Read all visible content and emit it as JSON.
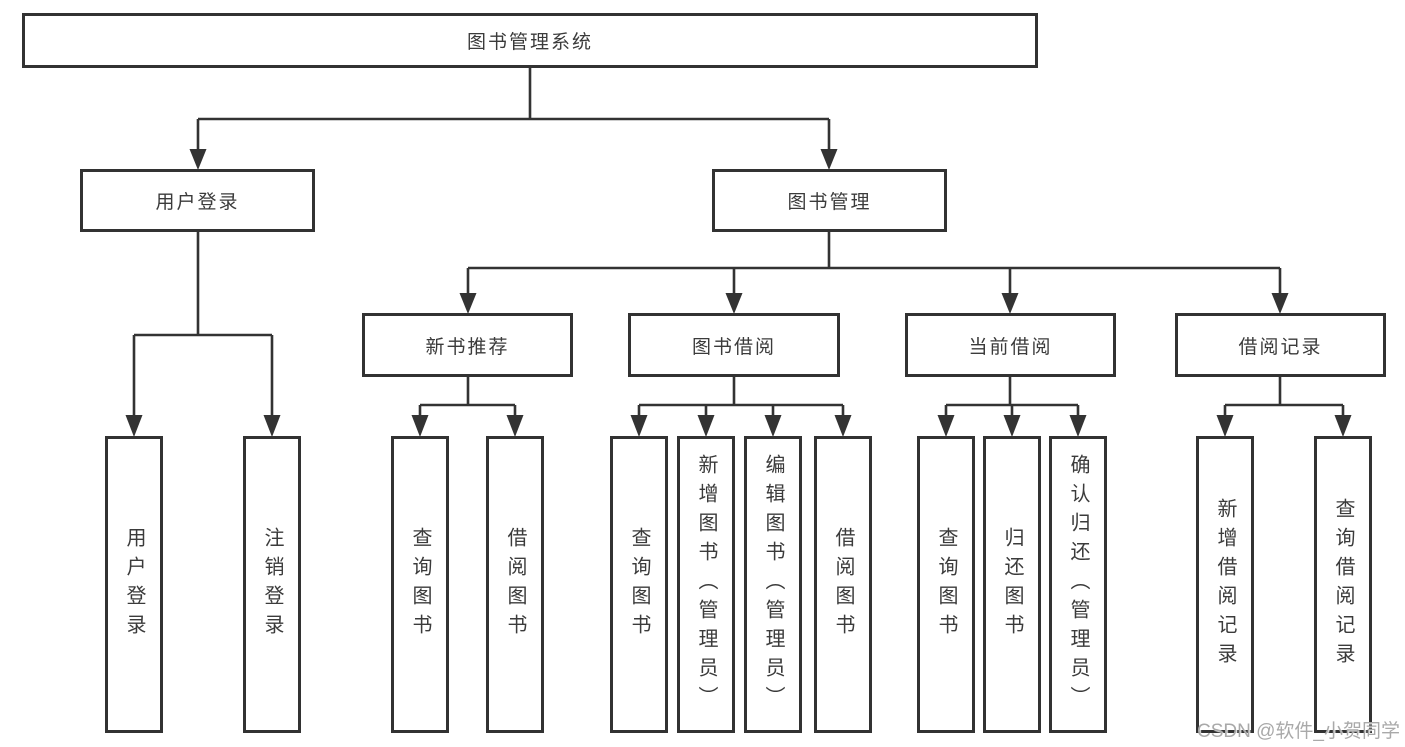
{
  "tree": {
    "label": "图书管理系统",
    "children": [
      {
        "label": "用户登录",
        "children": [
          {
            "label": "用户登录"
          },
          {
            "label": "注销登录"
          }
        ]
      },
      {
        "label": "图书管理",
        "children": [
          {
            "label": "新书推荐",
            "children": [
              {
                "label": "查询图书"
              },
              {
                "label": "借阅图书"
              }
            ]
          },
          {
            "label": "图书借阅",
            "children": [
              {
                "label": "查询图书"
              },
              {
                "label": "新增图书（管理员）"
              },
              {
                "label": "编辑图书（管理员）"
              },
              {
                "label": "借阅图书"
              }
            ]
          },
          {
            "label": "当前借阅",
            "children": [
              {
                "label": "查询图书"
              },
              {
                "label": "归还图书"
              },
              {
                "label": "确认归还（管理员）"
              }
            ]
          },
          {
            "label": "借阅记录",
            "children": [
              {
                "label": "新增借阅记录"
              },
              {
                "label": "查询借阅记录"
              }
            ]
          }
        ]
      }
    ]
  },
  "watermark": {
    "text": "CSDN @软件_小贺同学"
  },
  "colors": {
    "line": "#333333",
    "border": "#323232",
    "text": "#3b3b3b",
    "watermark": "#a9a9a9",
    "background": "#ffffff"
  }
}
